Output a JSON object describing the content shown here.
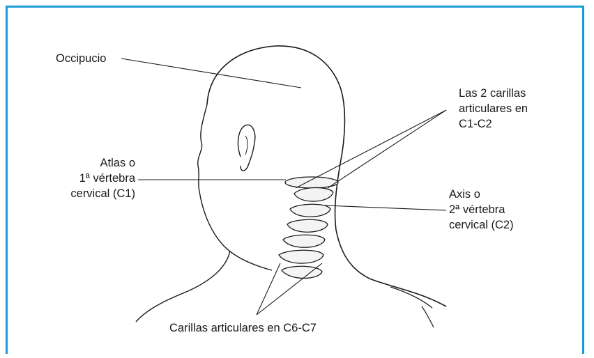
{
  "colors": {
    "frame_border": "#1b9bd6",
    "line": "#1a1a1a",
    "bone_fill": "#f4f4f4"
  },
  "labels": {
    "occipucio": "Occipucio",
    "facets_c1c2": [
      "Las 2 carillas",
      "articulares en",
      "C1-C2"
    ],
    "atlas": [
      "Atlas o",
      "1ª vértebra",
      "cervical (C1)"
    ],
    "axis": [
      "Axis o",
      "2ª vértebra",
      "cervical (C2)"
    ],
    "facets_c6c7": "Carillas articulares en C6-C7"
  }
}
